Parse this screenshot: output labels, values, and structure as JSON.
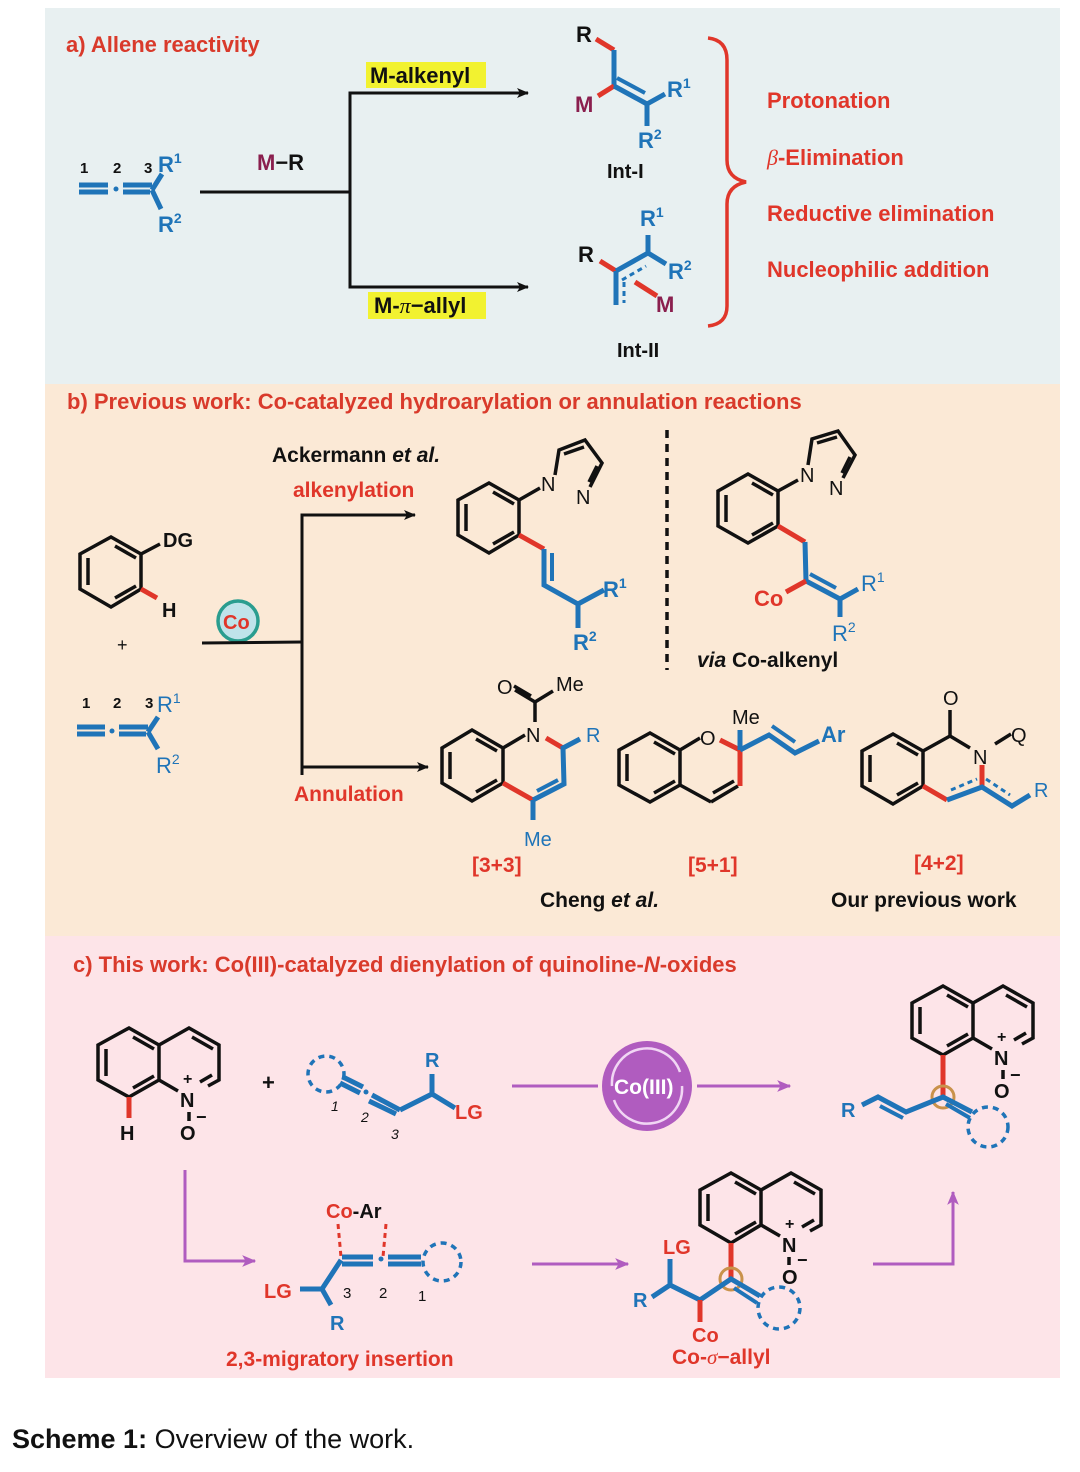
{
  "colors": {
    "panel_a_bg": "#e8f0f1",
    "panel_b_bg": "#fbe9d6",
    "panel_c_bg": "#fde4e8",
    "accent_red": "#e0362a",
    "bond_blue": "#1f74b8",
    "metal_magenta": "#8a1f4e",
    "highlight_yellow": "#f2f230",
    "catalyst_purple": "#b05cbf",
    "cobalt_teal": "#2a9d8f"
  },
  "panel_a": {
    "title": "a) Allene reactivity",
    "allene": {
      "pos1": "1",
      "pos2": "2",
      "pos3": "3",
      "r1": "R",
      "r1_sup": "1",
      "r2": "R",
      "r2_sup": "2"
    },
    "reagent": {
      "metal": "M",
      "rest": "−R"
    },
    "upper_label": "M-alkenyl",
    "lower_label_prefix": "M-",
    "lower_label_pi": "π",
    "lower_label_suffix": "−allyl",
    "int1": {
      "r": "R",
      "m": "M",
      "r1": "R",
      "r1_sup": "1",
      "r2": "R",
      "r2_sup": "2",
      "name": "Int-I"
    },
    "int2": {
      "r": "R",
      "m": "M",
      "r1": "R",
      "r1_sup": "1",
      "r2": "R",
      "r2_sup": "2",
      "name": "Int-II"
    },
    "outcomes": [
      "Protonation",
      "-Elimination",
      "Reductive elimination",
      "Nucleophilic addition"
    ],
    "beta": "β"
  },
  "panel_b": {
    "title": "b) Previous work: Co-catalyzed hydroarylation or annulation reactions",
    "arene": {
      "dg": "DG",
      "h": "H"
    },
    "plus": "+",
    "allene": {
      "pos1": "1",
      "pos2": "2",
      "pos3": "3",
      "r1": "R",
      "r1_sup": "1",
      "r2": "R",
      "r2_sup": "2"
    },
    "catalyst": "Co",
    "ackermann": {
      "name": "Ackermann ",
      "etal": "et al."
    },
    "alkenylation": "alkenylation",
    "annulation": "Annulation",
    "prod1": {
      "n1": "N",
      "n2": "N",
      "r1": "R",
      "r1_sup": "1",
      "r2": "R",
      "r2_sup": "2"
    },
    "prod_co": {
      "n1": "N",
      "n2": "N",
      "co": "Co",
      "r1": "R",
      "r1_sup": "1",
      "r2": "R",
      "r2_sup": "2",
      "via": "via",
      "caption": " Co-alkenyl"
    },
    "prod_33": {
      "o": "O",
      "me_top": "Me",
      "n": "N",
      "r": "R",
      "me_bottom": "Me",
      "tag": "[3+3]"
    },
    "prod_51": {
      "o": "O",
      "me": "Me",
      "ar": "Ar",
      "tag": "[5+1]"
    },
    "prod_42": {
      "o": "O",
      "n": "N",
      "q": "Q",
      "r": "R",
      "tag": "[4+2]"
    },
    "cheng": {
      "name": "Cheng ",
      "etal": "et al."
    },
    "our_work": "Our previous work"
  },
  "panel_c": {
    "title_pre": "c) This work: Co(III)-catalyzed dienylation of quinoline-",
    "title_n": "N",
    "title_post": "-oxides",
    "qno": {
      "h": "H",
      "n": "N",
      "plus": "+",
      "o": "O",
      "minus": "−"
    },
    "plus": "+",
    "allene": {
      "r": "R",
      "lg": "LG",
      "pos1": "1",
      "pos2": "2",
      "pos3": "3"
    },
    "catalyst": "Co(III)",
    "product": {
      "r": "R",
      "n": "N",
      "plus": "+",
      "o": "O",
      "minus": "−"
    },
    "insertion": {
      "co": "Co",
      "ar": "-Ar",
      "lg": "LG",
      "r": "R",
      "pos3": "3",
      "pos2": "2",
      "pos1": "1",
      "label": "2,3-migratory insertion"
    },
    "sigma": {
      "lg": "LG",
      "r": "R",
      "co": "Co",
      "n": "N",
      "plus": "+",
      "o": "O",
      "minus": "−",
      "label_prefix": "Co-",
      "label_sigma": "σ",
      "label_suffix": "−allyl"
    }
  },
  "caption": {
    "bold": "Scheme 1:",
    "text": " Overview of the work."
  }
}
